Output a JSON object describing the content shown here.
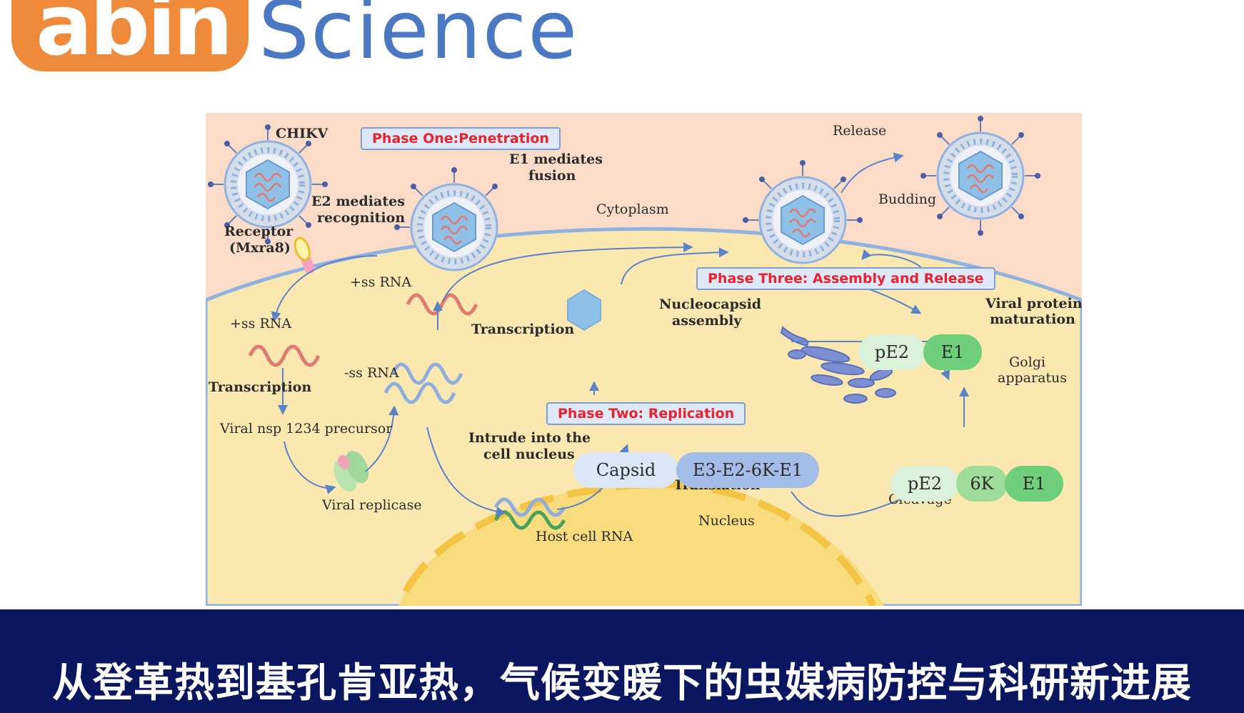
{
  "logo": {
    "brand_orange": "abin",
    "brand_blue": "Science"
  },
  "phases": {
    "one": "Phase One:Penetration",
    "two": "Phase Two: Replication",
    "three": "Phase Three: Assembly and Release"
  },
  "labels": {
    "chikv": "CHIKV",
    "receptor": "Receptor",
    "mxra8": "(Mxra8)",
    "e2_line1": "E2  mediates",
    "e2_line2": "recognition",
    "e1_line1": "E1  mediates",
    "e1_line2": "fusion",
    "cytoplasm": "Cytoplasm",
    "release": "Release",
    "budding": "Budding",
    "ss_rna_top": "+ss RNA",
    "ss_rna_left": "+ss RNA",
    "minus_ss_rna": "-ss RNA",
    "transcription_left": "Transcription",
    "transcription_mid": "Transcription",
    "nsp_precursor": "Viral nsp 1234 precursor",
    "viral_replicase": "Viral replicase",
    "intrude_line1": "Intrude into the",
    "intrude_line2": "cell nucleus",
    "host_rna": "Host cell RNA",
    "translation": "Translation",
    "nucleus": "Nucleus",
    "nucleocapsid_line1": "Nucleocapsid",
    "nucleocapsid_line2": "assembly",
    "cleavage": "Cleavage",
    "golgi_line1": "Golgi",
    "golgi_line2": "apparatus",
    "maturation_line1": "Viral protein",
    "maturation_line2": "maturation"
  },
  "proteins": {
    "capsid": "Capsid",
    "e3e26ke1": "E3-E2-6K-E1",
    "pe2_top": "pE2",
    "e1_top": "E1",
    "pe2_bottom": "pE2",
    "k6_bottom": "6K",
    "e1_bottom": "E1"
  },
  "banner": {
    "title": "从登革热到基孔肯亚热，气候变暖下的虫媒病防控与科研新进展"
  },
  "colors": {
    "logo_orange": "#ee8a3a",
    "logo_blue": "#4a78c2",
    "banner_bg": "#0b1660",
    "phase_text": "#e6232e",
    "cytoplasm_fill": "#fbe7b0",
    "extracellular_fill": "#fbdcc8",
    "nucleus_fill": "#f9dc7e",
    "positive_rna": "#e07a6e",
    "negative_rna": "#8eaedd",
    "host_rna": "#4aa35a",
    "pill_light_blue": "#dbe6f7",
    "pill_blue": "#a3bde8",
    "pill_light_green": "#dcf1d9",
    "pill_green": "#6fcf7a"
  }
}
